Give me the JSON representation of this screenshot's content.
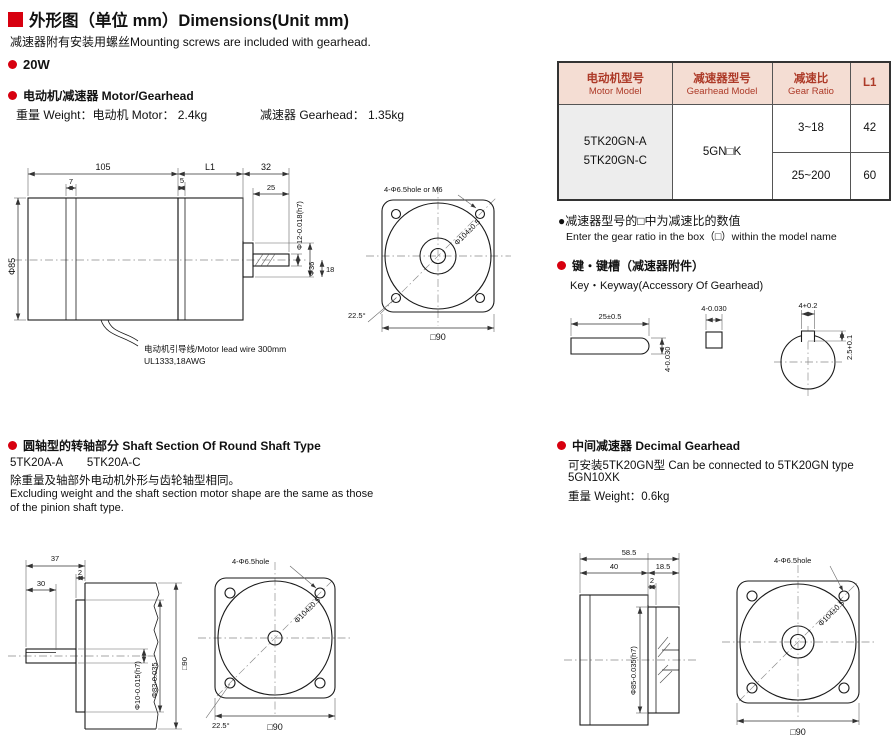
{
  "colors": {
    "accent": "#d7000f",
    "table_header_bg": "#f4ddd3",
    "table_header_text": "#ad3a28",
    "model_cell_bg": "#ededed"
  },
  "header": {
    "title": "外形图（单位 mm）Dimensions(Unit mm)",
    "subtitle": "减速器附有安装用螺丝Mounting screws are included with gearhead."
  },
  "power": "20W",
  "motor_section": {
    "title": "电动机/减速器 Motor/Gearhead",
    "weight_motor": "重量 Weight：电动机 Motor： 2.4kg",
    "weight_gearhead": "减速器 Gearhead： 1.35kg"
  },
  "table": {
    "col1_zh": "电动机型号",
    "col1_en": "Motor Model",
    "col2_zh": "减速器型号",
    "col2_en": "Gearhead Model",
    "col3_zh": "减速比",
    "col3_en": "Gear Ratio",
    "col4": "L1",
    "motor_models": [
      "5TK20GN-A",
      "5TK20GN-C"
    ],
    "gearhead_model": "5GN□K",
    "rows": [
      {
        "ratio": "3~18",
        "l1": "42"
      },
      {
        "ratio": "25~200",
        "l1": "60"
      }
    ],
    "note_zh": "●减速器型号的□中为减速比的数值",
    "note_en": "Enter the gear ratio in the box（□）within the model name"
  },
  "key_section": {
    "title": "键・键槽（减速器附件）",
    "subtitle": "Key・Keyway(Accessory Of Gearhead)"
  },
  "round_shaft_section": {
    "title": "圆轴型的转轴部分 Shaft Section Of Round Shaft Type",
    "models": [
      "5TK20A-A",
      "5TK20A-C"
    ],
    "note_zh": "除重量及轴部外电动机外形与齿轮轴型相同。",
    "note_en1": "Excluding weight and the shaft section motor shape are the same as those",
    "note_en2": "of the pinion shaft type."
  },
  "decimal_section": {
    "title": "中间减速器 Decimal Gearhead",
    "line1": "可安装5TK20GN型 Can be connected to 5TK20GN type",
    "line2": "5GN10XK",
    "line3": "重量 Weight：0.6kg"
  },
  "dw_motor": {
    "d105": "105",
    "dL1": "L1",
    "d32": "32",
    "d7": "7",
    "d5": "5",
    "d25": "25",
    "shaft_dia": "Φ12-0.018(h7)",
    "boss_dia": "Φ36",
    "d18": "18",
    "body_dia": "Φ85",
    "lead1": "电动机引导线/Motor lead wire 300mm",
    "lead2": "UL1333,18AWG"
  },
  "dw_flange1": {
    "holes": "4-Φ6.5hole or M6",
    "bolt_circle": "Φ104±0.5",
    "angle": "22.5°",
    "square": "□90"
  },
  "dw_key": {
    "length": "25±0.5",
    "height": "4-0.030",
    "section": "4-0.030",
    "keyway_w": "4+0.2",
    "keyway_d": "2.5+0.1"
  },
  "dw_shaft": {
    "d37": "37",
    "d2": "2",
    "d30": "30",
    "shaft_dia": "Φ10-0.015(h7)",
    "pilot_dia": "Φ83-0.035",
    "square": "□90"
  },
  "dw_flange2": {
    "holes": "4-Φ6.5hole",
    "bolt_circle": "Φ104±0.5",
    "angle": "22.5°",
    "square": "□90"
  },
  "dw_decimal": {
    "d585": "58.5",
    "d40": "40",
    "d185": "18.5",
    "d2": "2",
    "pilot_dia": "Φ85-0.035(h7)"
  },
  "dw_flange3": {
    "holes": "4-Φ6.5hole",
    "bolt_circle": "Φ104±0.5",
    "square": "□90"
  }
}
